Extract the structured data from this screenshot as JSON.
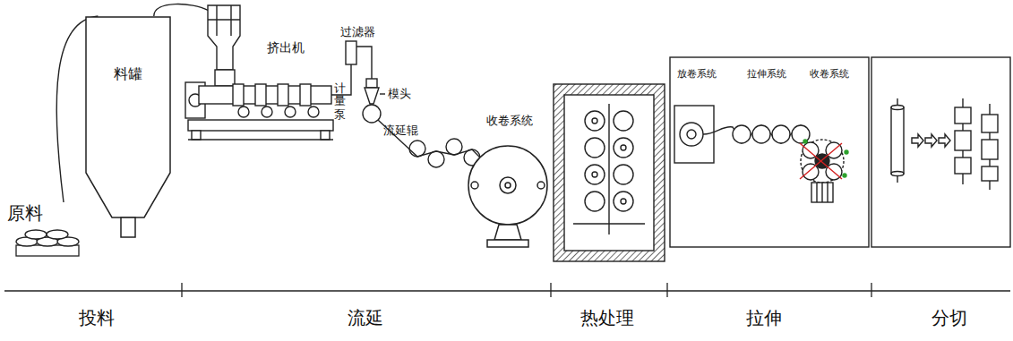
{
  "diagram": {
    "nodes": [
      {
        "text": [
          "原料"
        ]
      },
      {
        "text": [
          "料罐"
        ]
      },
      {
        "text": [
          "挤出机"
        ]
      }
    ],
    "edges": [
      {
        "from": 0,
        "to": 1,
        "arrow": "none"
      },
      {
        "from": 1,
        "to": 2,
        "arrow": "none"
      }
    ],
    "labels": [
      "过滤器",
      "计量泵",
      "模头",
      "流延辊",
      "收卷系统",
      "放卷系统",
      "拉伸系统",
      "收卷系统",
      "投料",
      "流延",
      "热处理",
      "拉伸",
      "分切"
    ]
  }
}
